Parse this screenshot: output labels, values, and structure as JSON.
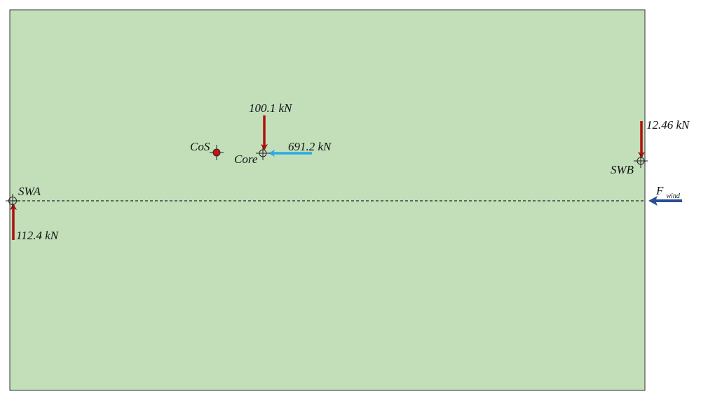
{
  "diagram": {
    "plate_color": "#c2dfba",
    "line_color": "#333333",
    "load_arrow_color": "#b01010",
    "reaction_arrow_color": "#2aaae6",
    "wind_arrow_color": "#2a4f93",
    "centroid_marker_color": "#cc1111"
  },
  "points": {
    "swa": {
      "label": "SWA"
    },
    "swb": {
      "label": "SWB"
    },
    "core": {
      "label": "Core"
    },
    "cos": {
      "label": "CoS"
    }
  },
  "forces": {
    "swa_reaction": {
      "label": "112.4 kN",
      "value": 112.4,
      "unit": "kN",
      "direction": "up"
    },
    "core_vertical": {
      "label": "100.1 kN",
      "value": 100.1,
      "unit": "kN",
      "direction": "down"
    },
    "core_horizontal": {
      "label": "691.2 kN",
      "value": 691.2,
      "unit": "kN",
      "direction": "left"
    },
    "swb_vertical": {
      "label": "12.46 kN",
      "value": 12.46,
      "unit": "kN",
      "direction": "down"
    },
    "wind": {
      "label": "F",
      "subscript": "wind",
      "direction": "left"
    }
  }
}
